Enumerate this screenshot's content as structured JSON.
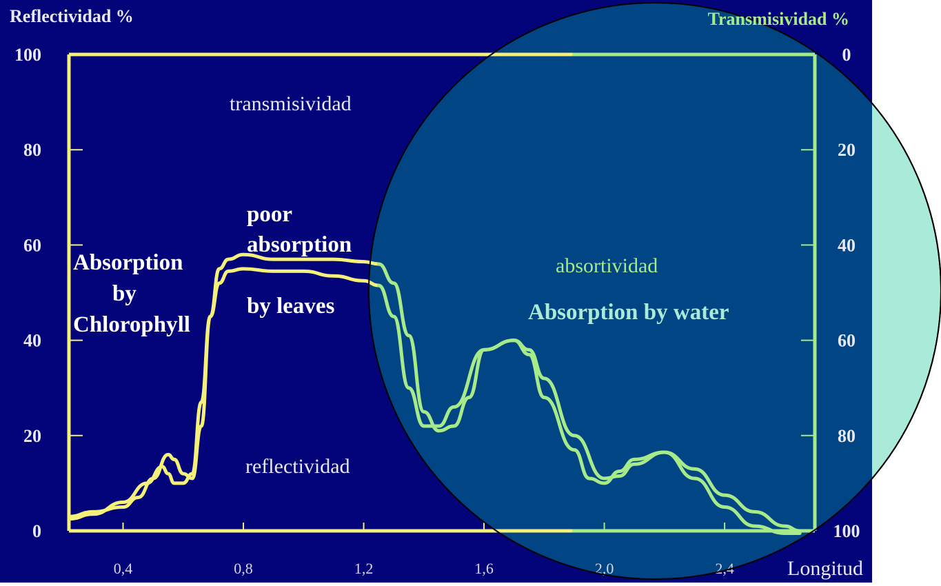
{
  "chart_data": {
    "type": "line",
    "left_axis_title": "Reflectividad %",
    "right_axis_title": "Transmisividad %",
    "xlabel": "Longitud",
    "xlim": [
      0.22,
      2.7
    ],
    "ylim": [
      0,
      100
    ],
    "right_ylim": [
      0,
      100
    ],
    "right_axis_inverted": true,
    "left_ticks": [
      "0",
      "20",
      "40",
      "60",
      "80",
      "100"
    ],
    "left_tick_values": [
      0,
      20,
      40,
      60,
      80,
      100
    ],
    "right_ticks": [
      "0",
      "20",
      "40",
      "60",
      "80",
      "100"
    ],
    "right_tick_values": [
      0,
      20,
      40,
      60,
      80,
      100
    ],
    "x_ticks": [
      "0,4",
      "0,8",
      "1,2",
      "1,6",
      "2,0",
      "2,4"
    ],
    "x_tick_values": [
      0.4,
      0.8,
      1.2,
      1.6,
      2.0,
      2.4
    ],
    "series": [
      {
        "label": "reflectividad",
        "color_visible": "#f4f07a",
        "color_water": "#a6ea8a",
        "x": [
          0.22,
          0.3,
          0.4,
          0.48,
          0.53,
          0.55,
          0.57,
          0.6,
          0.63,
          0.66,
          0.69,
          0.72,
          0.75,
          0.8,
          0.9,
          1.0,
          1.1,
          1.2,
          1.25,
          1.3,
          1.35,
          1.4,
          1.45,
          1.5,
          1.6,
          1.7,
          1.75,
          1.8,
          1.9,
          2.0,
          2.05,
          2.1,
          2.2,
          2.3,
          2.4,
          2.5,
          2.6,
          2.65
        ],
        "y": [
          2.5,
          3.5,
          6,
          10,
          13.5,
          12,
          10,
          10,
          12,
          27,
          45,
          52,
          54.5,
          55,
          54.5,
          54.5,
          53.5,
          52.5,
          51.5,
          45,
          30,
          22,
          22,
          26,
          38,
          40,
          38,
          32,
          20,
          11,
          11.5,
          14,
          16.5,
          11,
          5,
          1,
          -0.5,
          -0.5
        ]
      },
      {
        "label": "transmisividad",
        "color_visible": "#f4f07a",
        "color_water": "#a6ea8a",
        "x": [
          0.22,
          0.3,
          0.4,
          0.45,
          0.5,
          0.55,
          0.57,
          0.6,
          0.63,
          0.66,
          0.69,
          0.72,
          0.75,
          0.8,
          0.9,
          1.0,
          1.1,
          1.2,
          1.25,
          1.3,
          1.35,
          1.4,
          1.45,
          1.5,
          1.55,
          1.6,
          1.7,
          1.75,
          1.8,
          1.9,
          1.95,
          2.0,
          2.05,
          2.1,
          2.2,
          2.3,
          2.4,
          2.5,
          2.6,
          2.65
        ],
        "y": [
          3,
          4,
          5,
          7,
          11,
          16,
          15,
          12,
          11,
          22,
          45,
          55,
          57,
          58,
          57,
          57,
          57,
          56.5,
          56,
          52,
          41,
          25,
          21,
          22,
          28,
          38,
          40,
          37,
          28,
          17,
          11,
          10,
          12.5,
          15,
          16.5,
          13,
          7.5,
          4,
          1,
          0
        ]
      }
    ],
    "annotations": [
      "transmisividad",
      "absortividad"
    ]
  },
  "overlay_text": {
    "chlorophyll_line1": "Absorption",
    "chlorophyll_line2": "by",
    "chlorophyll_line3": "Chlorophyll",
    "poor_line1": "poor",
    "poor_line2": "absorption",
    "poor_line3": "by leaves",
    "water": "Absorption by water"
  },
  "colors": {
    "background": "#03037a",
    "axis_frame": "#f4f07a",
    "curve_visible": "#f4f07a",
    "curve_water": "#a6ea8a",
    "circle_fill": "#a9ead8",
    "water_text": "#a9ead8",
    "annotation_white": "#ffffff"
  }
}
